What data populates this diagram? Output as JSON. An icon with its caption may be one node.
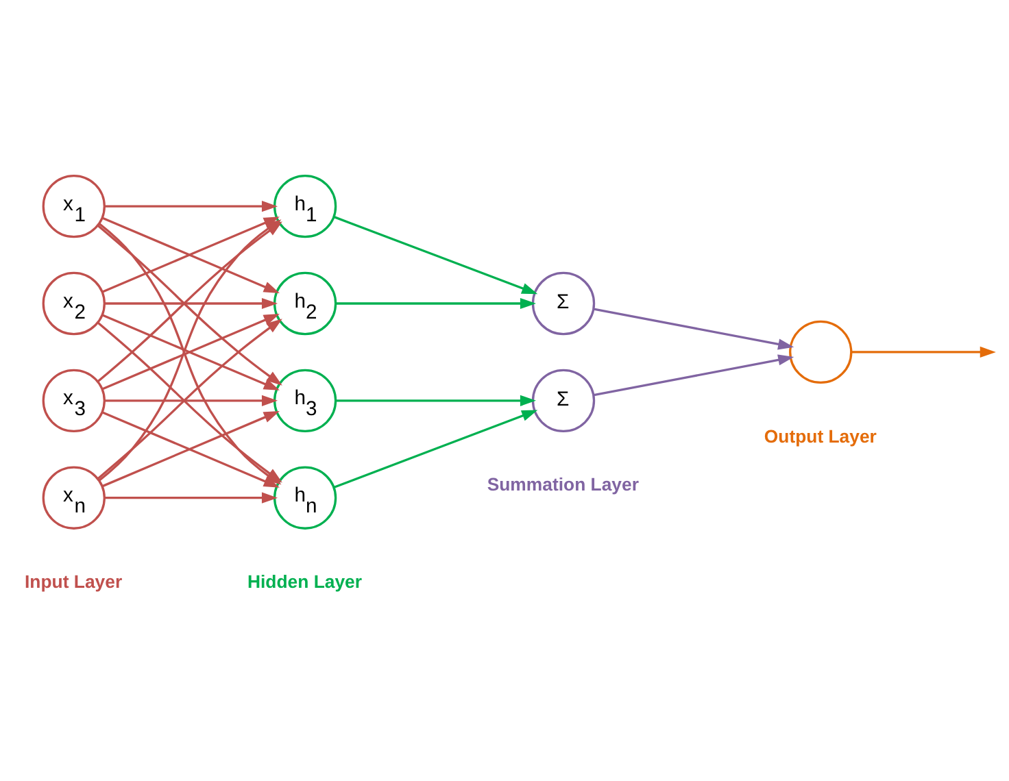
{
  "diagram": {
    "nodes": [
      {
        "text": [
          "x$_{1}$"
        ]
      },
      {
        "text": [
          "x$_{2}$"
        ]
      },
      {
        "text": [
          "x$_{3}$"
        ]
      },
      {
        "text": [
          "x$_{n}$"
        ]
      },
      {
        "text": [
          "h$_{1}$"
        ]
      },
      {
        "text": [
          "h$_{2}$"
        ]
      },
      {
        "text": [
          "h$_{3}$"
        ]
      },
      {
        "text": [
          "h$_{n}$"
        ]
      },
      {
        "text": [
          "Σ"
        ]
      },
      {
        "text": [
          "Σ"
        ]
      },
      {
        "text": [],
        "shape": "circle"
      }
    ],
    "edges": [
      {
        "from": 0,
        "to": 4,
        "arrow": "to"
      },
      {
        "from": 0,
        "to": 5,
        "arrow": "to"
      },
      {
        "from": 0,
        "to": 6,
        "arrow": "to"
      },
      {
        "from": 0,
        "to": 7,
        "arrow": "to"
      },
      {
        "from": 1,
        "to": 4,
        "arrow": "to"
      },
      {
        "from": 1,
        "to": 5,
        "arrow": "to"
      },
      {
        "from": 1,
        "to": 6,
        "arrow": "to"
      },
      {
        "from": 1,
        "to": 7,
        "arrow": "to"
      },
      {
        "from": 2,
        "to": 4,
        "arrow": "to"
      },
      {
        "from": 2,
        "to": 5,
        "arrow": "to"
      },
      {
        "from": 2,
        "to": 6,
        "arrow": "to"
      },
      {
        "from": 2,
        "to": 7,
        "arrow": "to"
      },
      {
        "from": 3,
        "to": 4,
        "arrow": "to"
      },
      {
        "from": 3,
        "to": 5,
        "arrow": "to"
      },
      {
        "from": 3,
        "to": 6,
        "arrow": "to"
      },
      {
        "from": 3,
        "to": 7,
        "arrow": "to"
      },
      {
        "from": 4,
        "to": 8,
        "arrow": "to",
        "color": "#00b050"
      },
      {
        "from": 5,
        "to": 8,
        "arrow": "to",
        "color": "#00b050"
      },
      {
        "from": 6,
        "to": 9,
        "arrow": "to",
        "color": "#00b050"
      },
      {
        "from": 7,
        "to": 9,
        "arrow": "to",
        "color": "#00b050"
      },
      {
        "from": 8,
        "to": 10,
        "arrow": "to",
        "color": "#8064a2"
      },
      {
        "from": 9,
        "to": 10,
        "arrow": "to",
        "color": "#8064a2"
      },
      {
        "from": 10,
        "to": null,
        "arrow": "to",
        "color": "#e46c0a"
      }
    ],
    "labels": [
      "Input Layer",
      "Hidden Layer",
      "Summation Layer",
      "Output Layer"
    ]
  }
}
